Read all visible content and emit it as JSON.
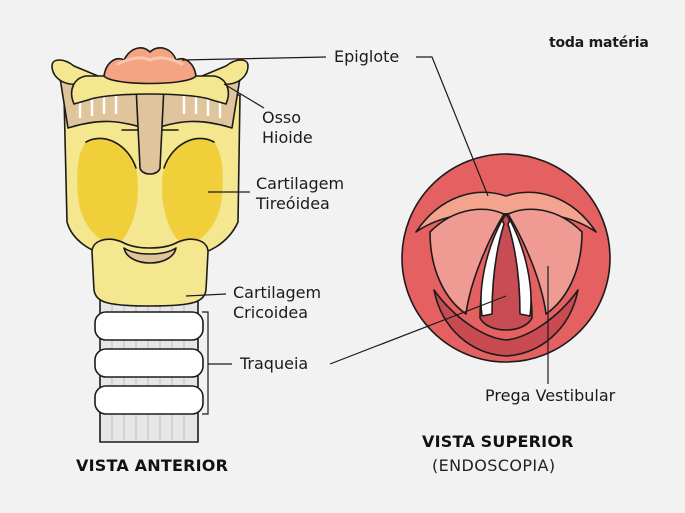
{
  "brand": "toda matéria",
  "labels": {
    "epiglote": "Epiglote",
    "osso_line1": "Osso",
    "osso_line2": "Hioide",
    "tireoidea_line1": "Cartilagem",
    "tireoidea_line2": "Tireóidea",
    "cricoidea_line1": "Cartilagem",
    "cricoidea_line2": "Cricoidea",
    "traqueia": "Traqueia",
    "prega": "Prega Vestibular"
  },
  "views": {
    "anterior": "VISTA ANTERIOR",
    "superior": "VISTA SUPERIOR",
    "superior_sub": "(ENDOSCOPIA)"
  },
  "colors": {
    "background": "#f2f2f2",
    "cartilage_yellow": "#f5e690",
    "cartilage_dark_yellow": "#f0cf3a",
    "epiglottis_peach": "#f4a482",
    "bone_tan": "#e0c49c",
    "trachea_gray": "#e4e4e4",
    "mucosa_red": "#e25e5e",
    "mucosa_pink": "#f09a94",
    "outline": "#1b1b1b"
  }
}
